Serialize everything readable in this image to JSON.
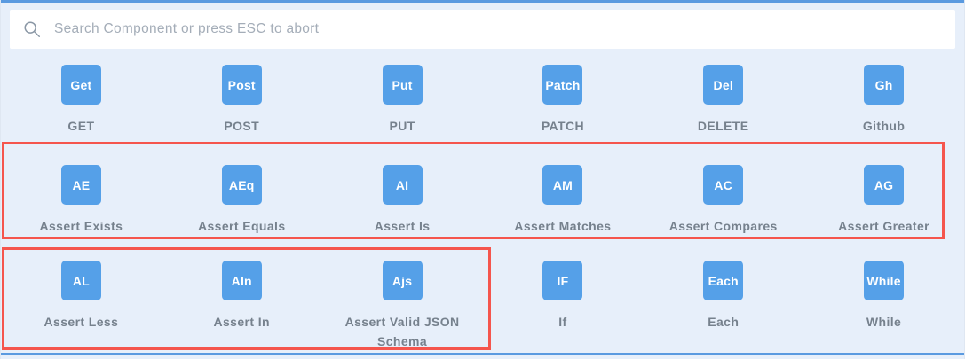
{
  "search": {
    "placeholder": "Search Component or press ESC to abort"
  },
  "components": [
    {
      "abbr": "Get",
      "label": "GET"
    },
    {
      "abbr": "Post",
      "label": "POST"
    },
    {
      "abbr": "Put",
      "label": "PUT"
    },
    {
      "abbr": "Patch",
      "label": "PATCH"
    },
    {
      "abbr": "Del",
      "label": "DELETE"
    },
    {
      "abbr": "Gh",
      "label": "Github"
    },
    {
      "abbr": "AE",
      "label": "Assert Exists"
    },
    {
      "abbr": "AEq",
      "label": "Assert Equals"
    },
    {
      "abbr": "AI",
      "label": "Assert Is"
    },
    {
      "abbr": "AM",
      "label": "Assert Matches"
    },
    {
      "abbr": "AC",
      "label": "Assert Compares"
    },
    {
      "abbr": "AG",
      "label": "Assert Greater"
    },
    {
      "abbr": "AL",
      "label": "Assert Less"
    },
    {
      "abbr": "AIn",
      "label": "Assert In"
    },
    {
      "abbr": "Ajs",
      "label": "Assert Valid JSON Schema"
    },
    {
      "abbr": "IF",
      "label": "If"
    },
    {
      "abbr": "Each",
      "label": "Each"
    },
    {
      "abbr": "While",
      "label": "While"
    }
  ],
  "colors": {
    "tile_blue": "#55a0e8",
    "background": "#e7effa",
    "frame_blue": "#5a9ae0",
    "highlight_red": "#f5554d",
    "label_gray": "#76818d"
  }
}
